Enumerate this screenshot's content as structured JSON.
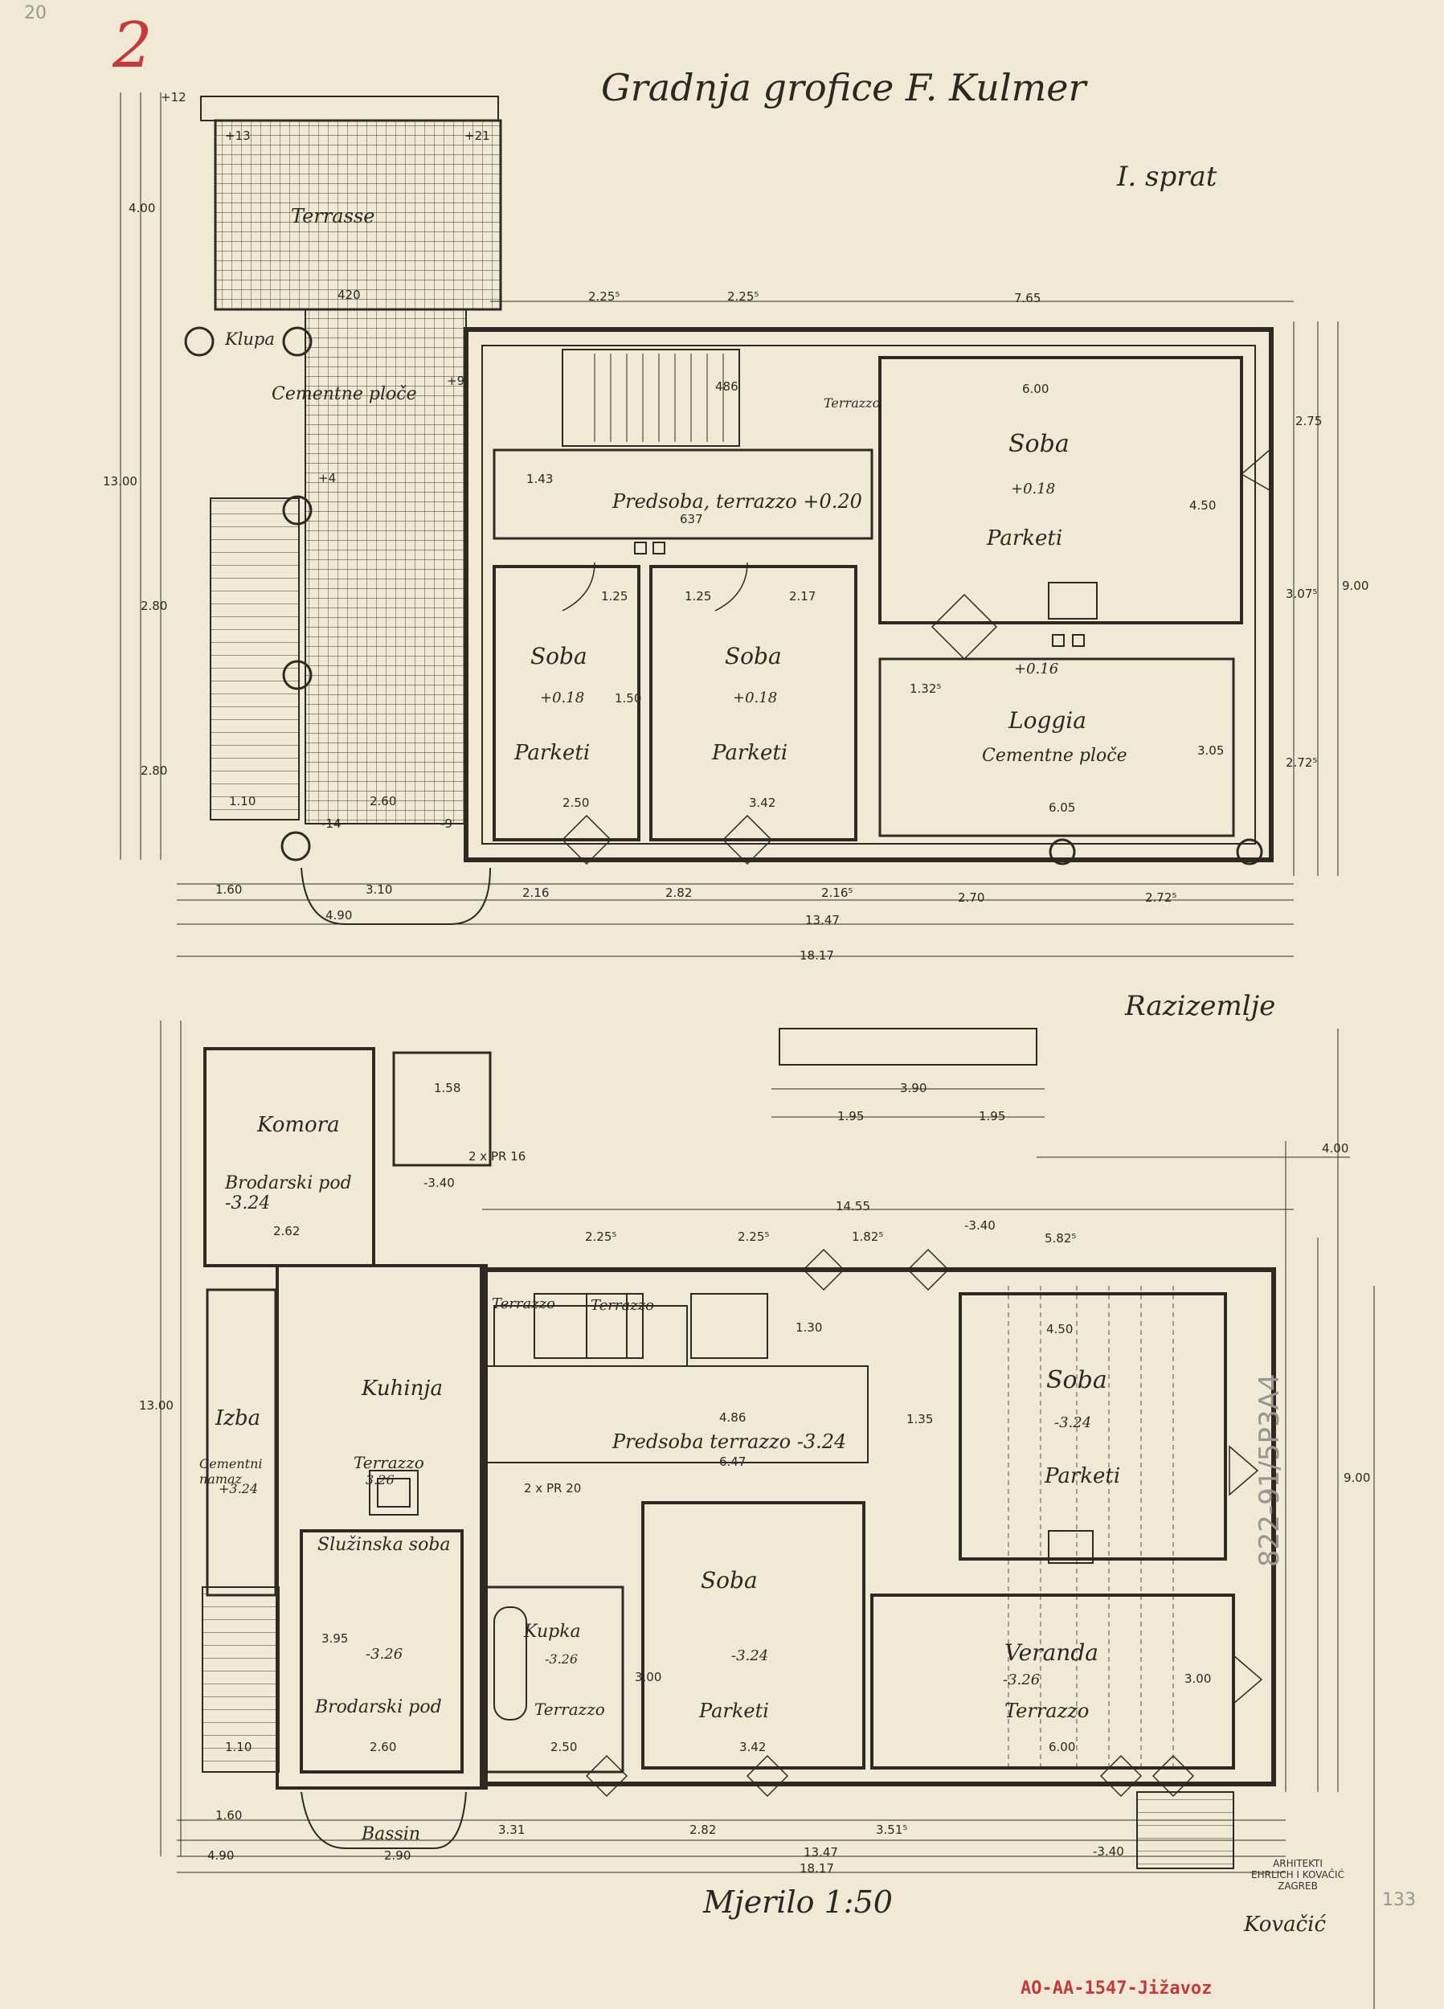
{
  "sheet_no": "2",
  "corner_mark": "20",
  "title": "Gradnja grofice F. Kulmer",
  "upper_floor": {
    "heading": "I. sprat",
    "rooms": {
      "terrasse": "Terrasse",
      "klupa": "Klupa",
      "cementne_ploce": "Cementne ploče",
      "predsoba": "Predsoba, terrazzo +0.20",
      "soba_big": "Soba",
      "soba_big_level": "+0.18",
      "soba_big_floor": "Parketi",
      "soba1": "Soba",
      "soba1_level": "+0.18",
      "soba1_floor": "Parketi",
      "soba2": "Soba",
      "soba2_level": "+0.18",
      "soba2_floor": "Parketi",
      "loggia": "Loggia",
      "loggia_level": "+0.16",
      "loggia_floor": "Cementne ploče",
      "terrazzo": "Terrazzo"
    },
    "dims": {
      "d1": "7.65",
      "d2": "2.25⁵",
      "d3": "2.25⁵",
      "d4": "6.00",
      "d5": "420",
      "d6": "4.50",
      "d7": "1.25",
      "d8": "1.25",
      "d9": "2.17",
      "d10": "1.43",
      "d11": "637",
      "d12": "486",
      "d13": "2.50",
      "d14": "3.42",
      "d15": "6.05",
      "d16": "2.60",
      "d17": "1.10",
      "d18": "1.60",
      "d19": "3.10",
      "d20": "2.16",
      "d21": "2.82",
      "d22": "2.16⁵",
      "d23": "2.70",
      "d24": "2.72⁵",
      "d25": "13.47",
      "d26": "18.17",
      "d27": "4.90",
      "d28": "1.50",
      "d29": "3.05",
      "d30": "1.32⁵",
      "d31": "4.00",
      "d32": "13.00",
      "d33": "2.80",
      "d34": "2.80",
      "d35": "9.00",
      "d36": "2.75",
      "d37": "3.07⁵",
      "d38": "2.72⁵",
      "lv1": "+12",
      "lv2": "+13",
      "lv3": "+21",
      "lv4": "+9",
      "lv5": "+4",
      "lv6": "-14",
      "lv7": "-9"
    }
  },
  "ground_floor": {
    "heading": "Razizemlje",
    "rooms": {
      "komora": "Komora",
      "komora_floor": "Brodarski pod -3.24",
      "izba": "Izba",
      "izba_floor": "Cementni namaz",
      "izba_level": "+3.24",
      "kuhinja": "Kuhinja",
      "terrazzo_k": "Terrazzo",
      "terrazzo_k_level": "3.26",
      "terrazzo1": "Terrazzo",
      "terrazzo2": "Terrazzo",
      "predsoba": "Predsoba terrazzo -3.24",
      "soba_big": "Soba",
      "soba_big_level": "-3.24",
      "soba_big_floor": "Parketi",
      "sluzinska": "Služinska soba",
      "sluzinska_level": "-3.26",
      "sluzinska_floor": "Brodarski pod",
      "kupka": "Kupka",
      "kupka_level": "-3.26",
      "kupka_floor": "Terrazzo",
      "soba_mid": "Soba",
      "soba_mid_level": "-3.24",
      "soba_mid_floor": "Parketi",
      "veranda": "Veranda",
      "veranda_level": "-3.26",
      "veranda_floor": "Terrazzo",
      "bassin": "Bassin"
    },
    "dims": {
      "g1": "3.90",
      "g2": "1.95",
      "g3": "1.95",
      "g4": "14.55",
      "g5": "5.82⁵",
      "g6": "2.25⁵",
      "g7": "2.25⁵",
      "g8": "1.82⁵",
      "g9": "1.58",
      "g10": "2.62",
      "g11": "4.86",
      "g12": "6.47",
      "g13": "4.50",
      "g14": "6.00",
      "g15": "3.42",
      "g16": "2.50",
      "g17": "2.60",
      "g18": "1.10",
      "g19": "1.60",
      "g20": "4.90",
      "g21": "3.31",
      "g22": "2.82",
      "g23": "3.51⁵",
      "g24": "13.47",
      "g25": "18.17",
      "g26": "2.90",
      "g27": "1.30",
      "g28": "1.35",
      "g29": "13.00",
      "g30": "9.00",
      "g31": "4.00",
      "g32": "3.00",
      "g33": "3.95",
      "g34": "3.00",
      "g35": "2 x PR 20",
      "g36": "2 x PR 16",
      "g37": "-3.40",
      "g38": "-3.40",
      "g39": "-3.40"
    }
  },
  "scale": "Mjerilo 1:50",
  "stamp": {
    "l1": "ARHITEKTI",
    "l2": "EHRLICH I KOVAČIĆ",
    "l3": "ZAGREB"
  },
  "signature": "Kovačić",
  "page_no": "133",
  "inventory_red": "AO-AA-1547-Jižavoz",
  "inventory_side": "822-91/5P3A4"
}
